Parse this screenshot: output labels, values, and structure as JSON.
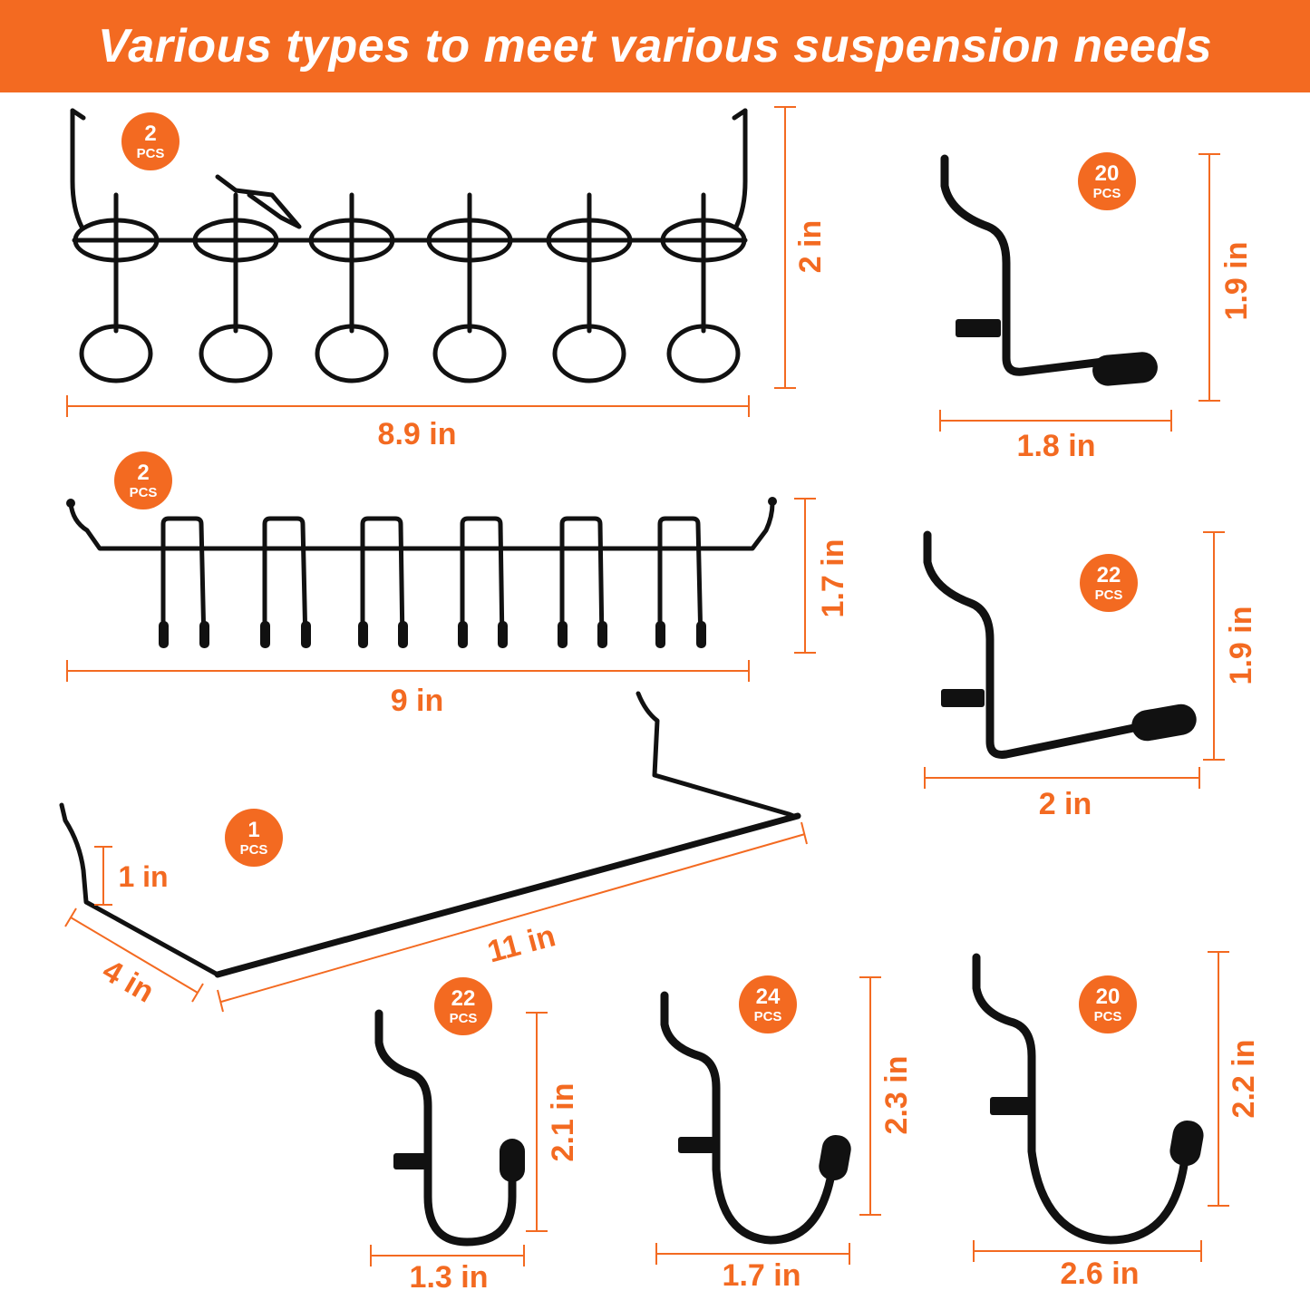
{
  "banner": {
    "title": "Various types to meet various suspension needs"
  },
  "colors": {
    "accent": "#f36a21",
    "wire": "#111111",
    "background": "#ffffff"
  },
  "items": [
    {
      "id": "ring-rack",
      "qty": "2",
      "unit": "PCS",
      "width": "8.9 in",
      "height": "2 in"
    },
    {
      "id": "u-hook-rack",
      "qty": "2",
      "unit": "PCS",
      "width": "9 in",
      "height": "1.7 in"
    },
    {
      "id": "bar-hook",
      "qty": "1",
      "unit": "PCS",
      "length": "11 in",
      "depth": "4 in",
      "rise": "1 in"
    },
    {
      "id": "l-hook-small",
      "qty": "20",
      "unit": "PCS",
      "width": "1.8 in",
      "height": "1.9 in"
    },
    {
      "id": "l-hook-large",
      "qty": "22",
      "unit": "PCS",
      "width": "2 in",
      "height": "1.9 in"
    },
    {
      "id": "j-hook-small",
      "qty": "22",
      "unit": "PCS",
      "width": "1.3 in",
      "height": "2.1 in"
    },
    {
      "id": "j-hook-medium",
      "qty": "24",
      "unit": "PCS",
      "width": "1.7 in",
      "height": "2.3 in"
    },
    {
      "id": "j-hook-large",
      "qty": "20",
      "unit": "PCS",
      "width": "2.6 in",
      "height": "2.2 in"
    }
  ]
}
